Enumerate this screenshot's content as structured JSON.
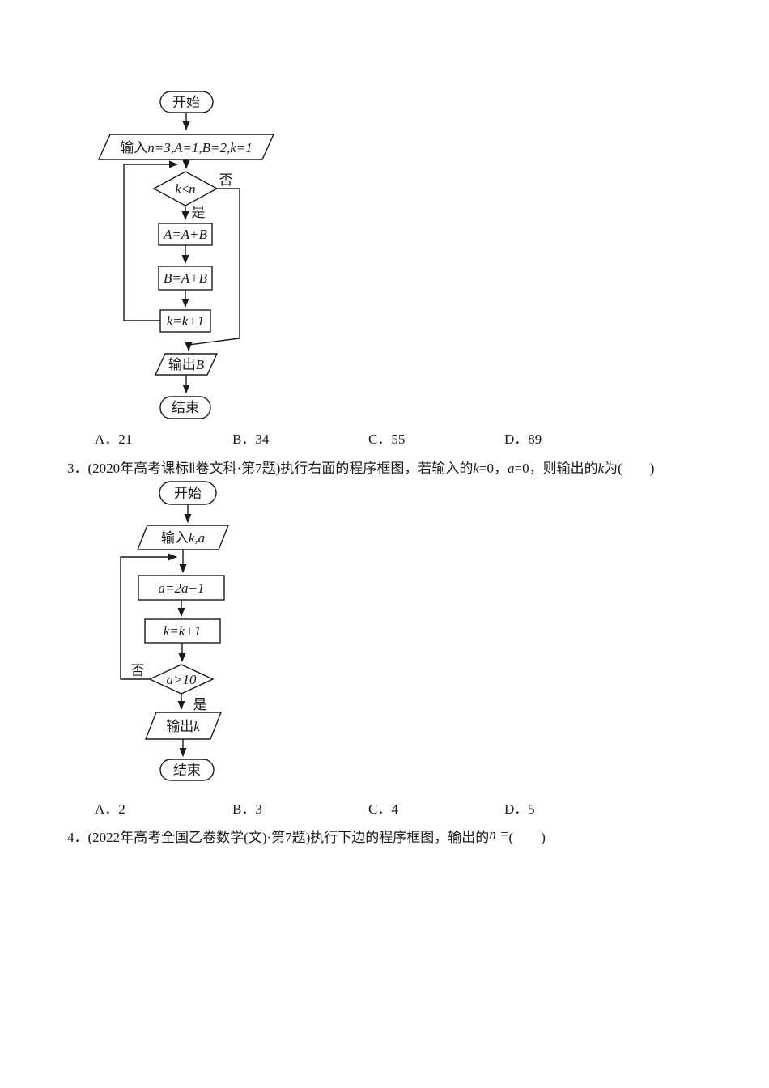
{
  "flowchart1": {
    "start": "开始",
    "input_prefix": "输入",
    "input_math": "n=3,A=1,B=2,k=1",
    "decision": "k≤n",
    "no": "否",
    "yes": "是",
    "box1": "A=A+B",
    "box2": "B=A+B",
    "box3": "k=k+1",
    "output_prefix": "输出",
    "output_math": "B",
    "end": "结束"
  },
  "options1": [
    "A．21",
    "B．34",
    "C．55",
    "D．89"
  ],
  "question3": {
    "p1": "3．(2020年高考课标Ⅱ卷文科·第7题)执行右面的程序框图，若输入的",
    "v1": "k",
    "p2": "=0，",
    "v2": "a",
    "p3": "=0，则输出的",
    "v3": "k",
    "p4": "为(　　)"
  },
  "flowchart2": {
    "start": "开始",
    "input_prefix": "输入",
    "input_math": "k,a",
    "box1": "a=2a+1",
    "box2": "k=k+1",
    "decision": "a>10",
    "no": "否",
    "yes": "是",
    "output_prefix": "输出",
    "output_math": "k",
    "end": "结束"
  },
  "options2": [
    "A．2",
    "B．3",
    "C．4",
    "D．5"
  ],
  "question4": {
    "prefix": "4．(2022年高考全国乙卷数学(文)·第7题)执行下边的程序框图，输出的",
    "formula": "n =",
    "suffix": "(　　)"
  }
}
